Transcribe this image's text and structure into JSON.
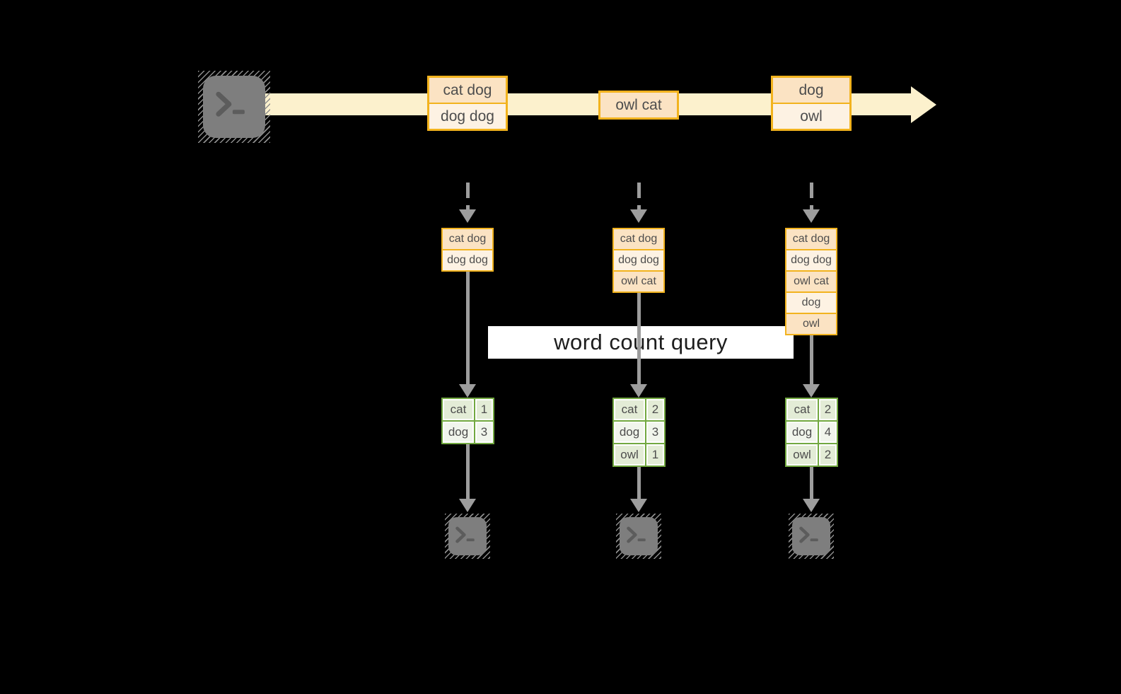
{
  "query": {
    "label": "word count query"
  },
  "stream": {
    "event_batches": [
      {
        "lines": [
          "cat dog",
          "dog dog"
        ]
      },
      {
        "lines": [
          "owl cat"
        ]
      },
      {
        "lines": [
          "dog",
          "owl"
        ]
      }
    ]
  },
  "workers": [
    {
      "buffer": [
        "cat dog",
        "dog dog"
      ],
      "counts": [
        [
          "cat",
          "1"
        ],
        [
          "dog",
          "3"
        ]
      ]
    },
    {
      "buffer": [
        "cat dog",
        "dog dog",
        "owl cat"
      ],
      "counts": [
        [
          "cat",
          "2"
        ],
        [
          "dog",
          "3"
        ],
        [
          "owl",
          "1"
        ]
      ]
    },
    {
      "buffer": [
        "cat dog",
        "dog dog",
        "owl cat",
        "dog",
        "owl"
      ],
      "counts": [
        [
          "cat",
          "2"
        ],
        [
          "dog",
          "4"
        ],
        [
          "owl",
          "2"
        ]
      ]
    }
  ],
  "colors": {
    "background": "#000000",
    "stream_band": "#fcf1cd",
    "box_border_orange": "#f2b31e",
    "box_fill_peach_dark": "#fbe3c3",
    "box_fill_peach_light": "#fdf2e3",
    "table_border_green": "#72a840",
    "table_fill_green_dark": "#e3ecd6",
    "table_fill_green_light": "#f1f5ec",
    "arrow_gray": "#9d9d9d",
    "terminal_gray": "#7e7e7e",
    "query_banner": "#ffffff",
    "text_dark": "#4d4d4d"
  }
}
